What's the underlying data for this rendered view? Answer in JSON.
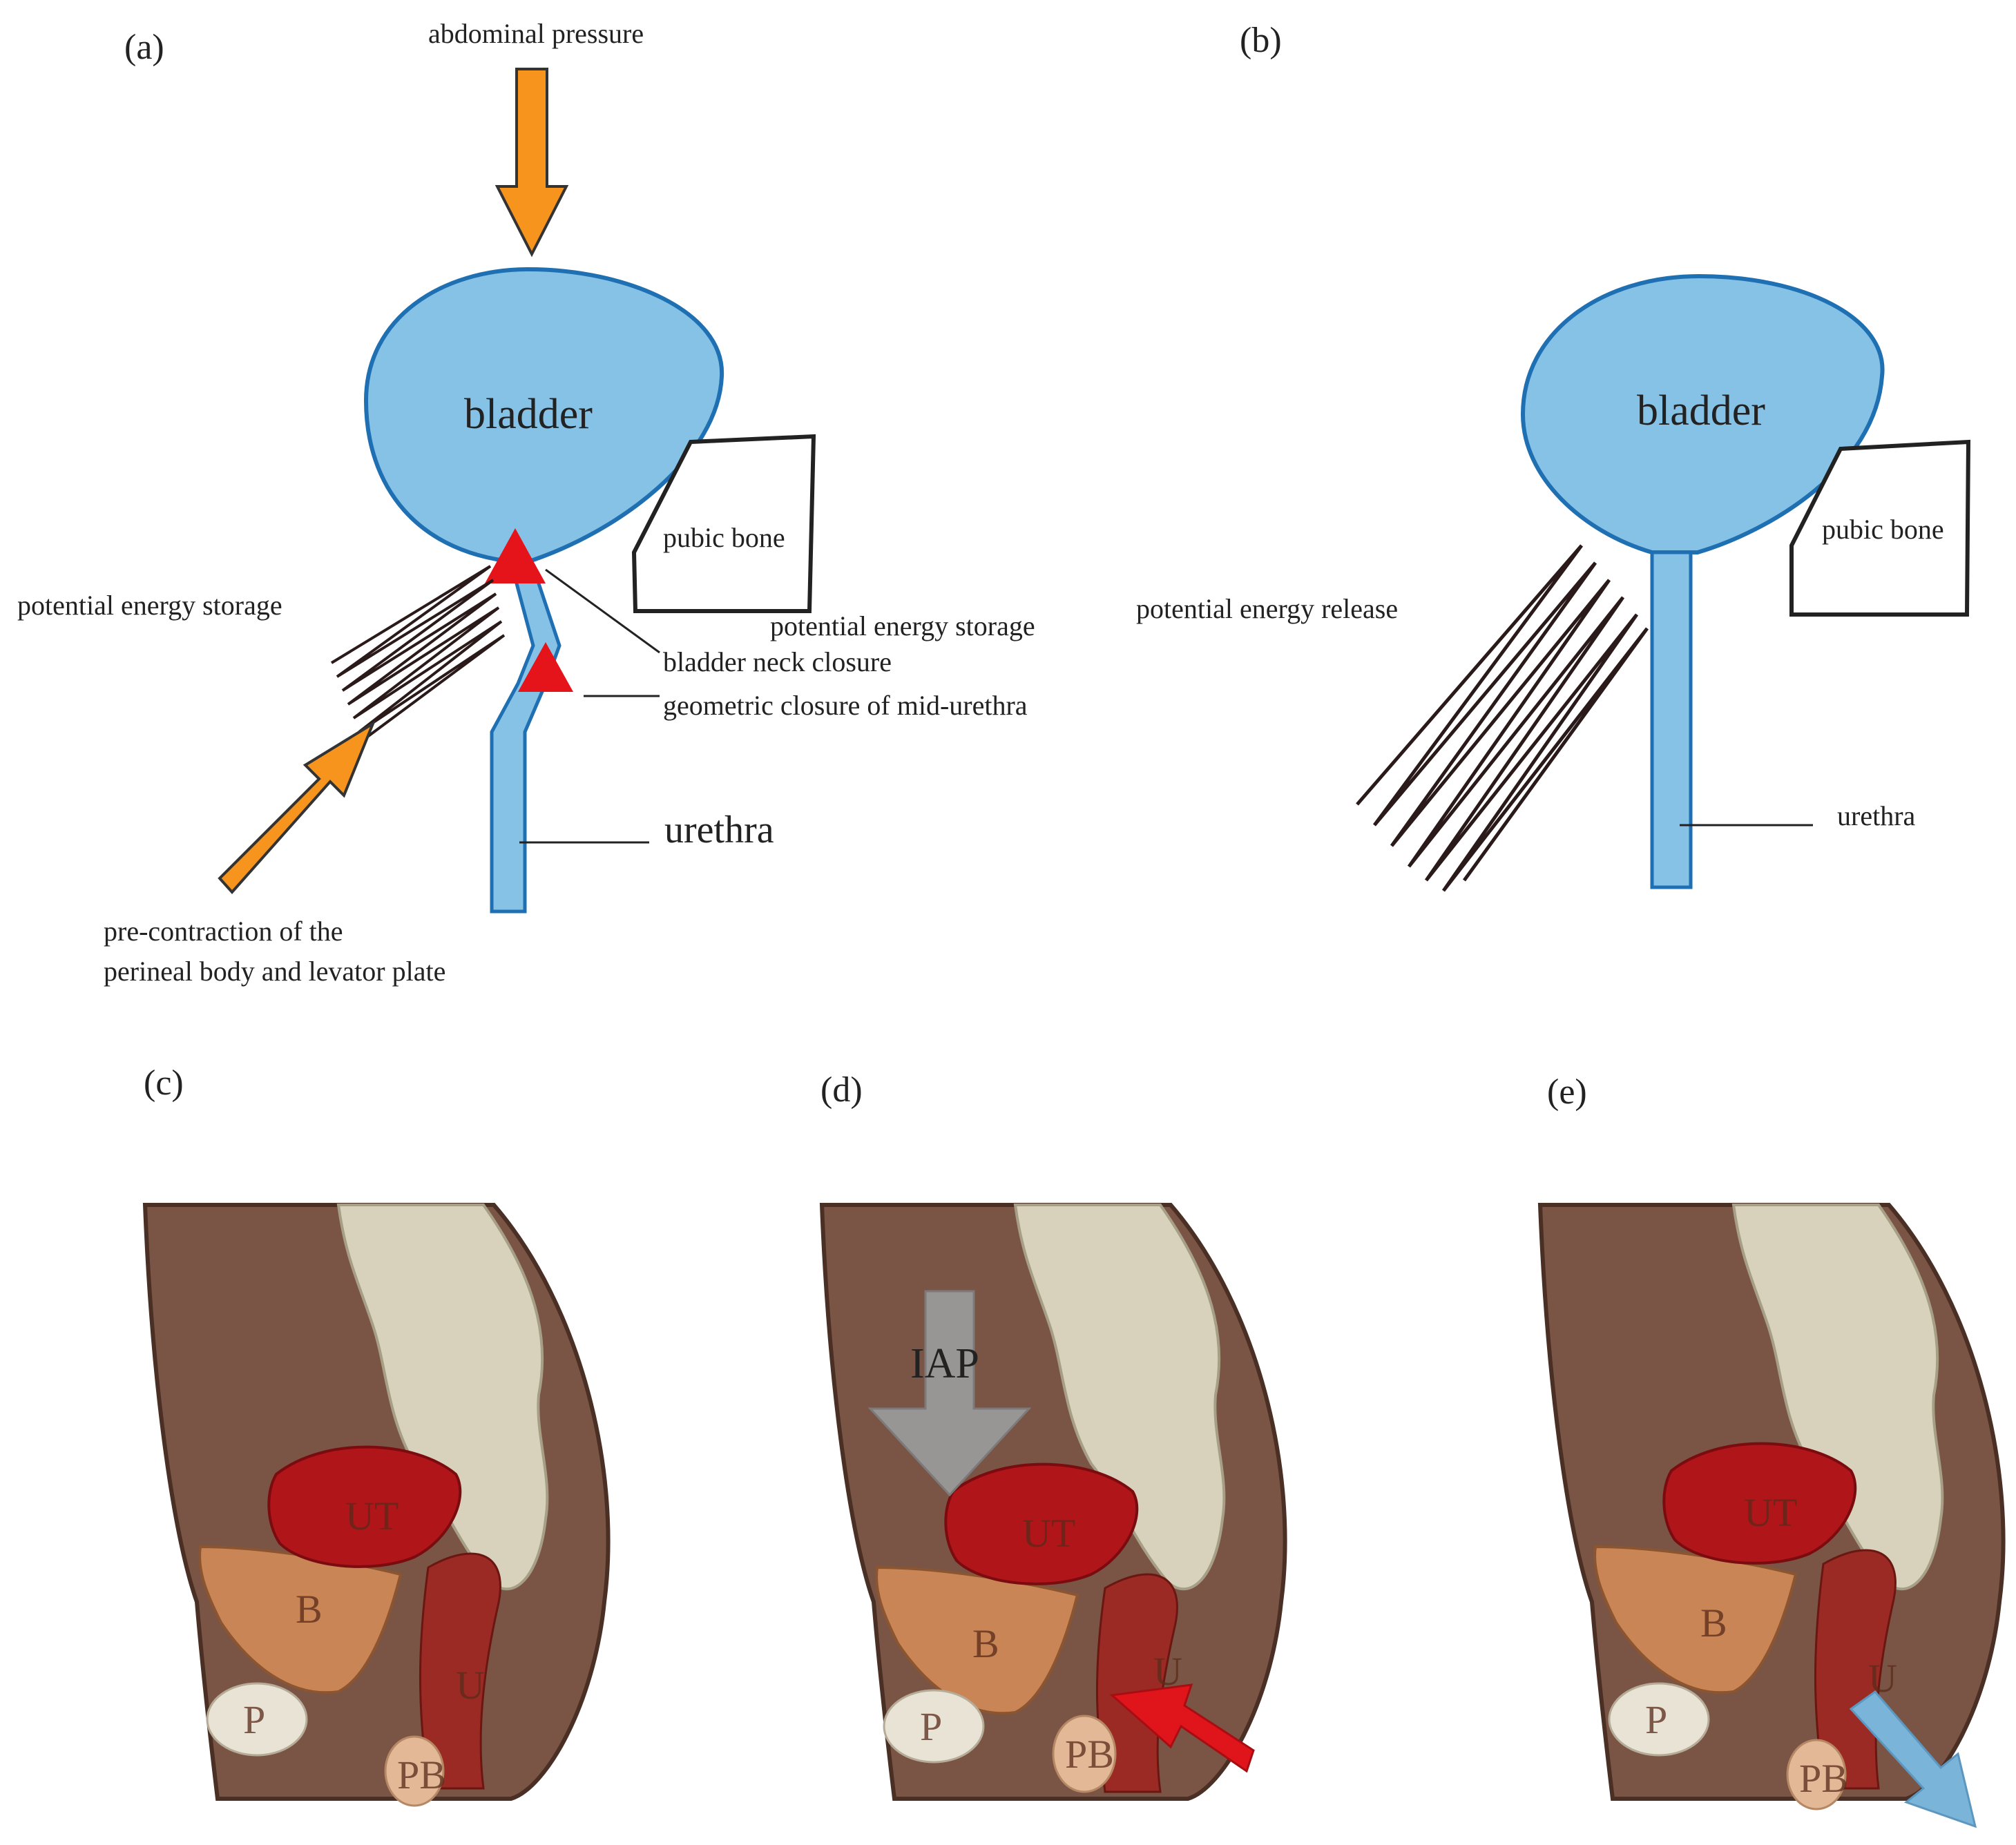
{
  "colors": {
    "bladder_fill": "#85c2e6",
    "bladder_stroke": "#1f6fb3",
    "arrow_orange": "#f7941e",
    "triangle_red": "#e5141b",
    "arrow_red": "#e0141b",
    "arrow_lightblue": "#7ab4d9",
    "arrow_gray": "#9a9a9a",
    "cavity": "#7a5444",
    "cavity_border": "#4a2f25",
    "spine": "#d8d2bd",
    "uterus": "#b0151a",
    "bladder_anatomy": "#c98555",
    "pubis": "#e9e3d6",
    "perineal_body": "#e3b896"
  },
  "panel_a": {
    "label": "(a)",
    "abdominal_pressure": "abdominal pressure",
    "bladder": "bladder",
    "pubic_bone": "pubic bone",
    "energy_left": "potential energy storage",
    "energy_right": "potential energy storage",
    "bladder_neck_closure": "bladder neck closure",
    "mid_urethra_closure": "geometric closure of mid-urethra",
    "urethra": "urethra",
    "precontraction_line1": "pre-contraction of the",
    "precontraction_line2": "perineal body and levator plate",
    "icons": [
      "down-arrow-icon",
      "diagonal-arrow-icon",
      "spring-icon",
      "triangle-icon"
    ]
  },
  "panel_b": {
    "label": "(b)",
    "bladder": "bladder",
    "pubic_bone": "pubic bone",
    "energy_release": "potential energy release",
    "urethra": "urethra",
    "icons": [
      "spring-icon"
    ]
  },
  "panel_c": {
    "label": "(c)",
    "UT": "UT",
    "B": "B",
    "P": "P",
    "PB": "PB",
    "U": "U"
  },
  "panel_d": {
    "label": "(d)",
    "IAP": "IAP",
    "UT": "UT",
    "B": "B",
    "P": "P",
    "PB": "PB",
    "U": "U",
    "icons": [
      "iap-arrow-icon",
      "red-arrow-icon"
    ]
  },
  "panel_e": {
    "label": "(e)",
    "UT": "UT",
    "B": "B",
    "P": "P",
    "PB": "PB",
    "U": "U",
    "icons": [
      "blue-arrow-icon"
    ]
  }
}
